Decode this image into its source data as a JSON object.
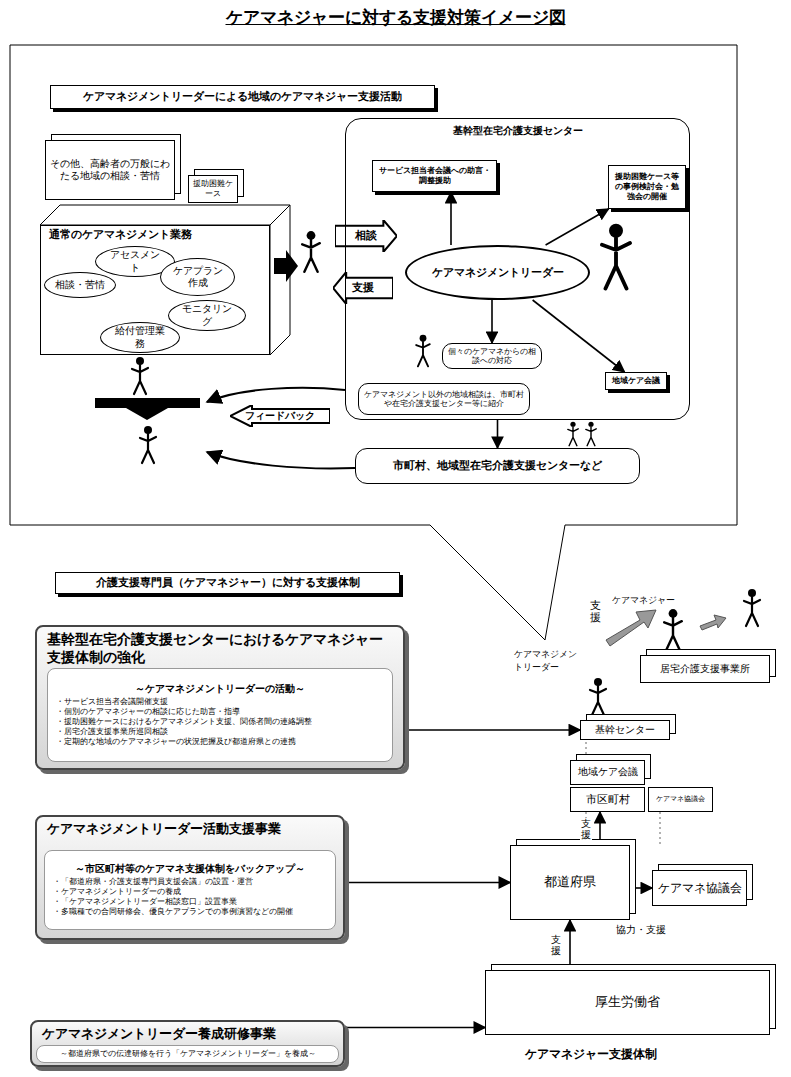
{
  "diagram": {
    "title": "ケアマネジャーに対する支援対策イメージ図",
    "caption": "ケアマネジャー支援体制",
    "nodes": [
      {
        "text": [
          "ケアマネジメントリーダーによる地域のケアマネジャー支援活動"
        ]
      },
      {
        "text": [
          "その他、高齢者の万般にわたる地域の相談・苦情"
        ]
      },
      {
        "text": [
          "援助困難ケース"
        ]
      },
      {
        "text": [
          "通常のケアマネジメント業務"
        ]
      },
      {
        "text": [
          "アセスメント"
        ],
        "in": 3
      },
      {
        "text": [
          "相談・苦情"
        ],
        "in": 3
      },
      {
        "text": [
          "ケアプラン作成"
        ],
        "in": 3
      },
      {
        "text": [
          "モニタリング"
        ],
        "in": 3
      },
      {
        "text": [
          "給付管理業務"
        ],
        "in": 3
      },
      {
        "text": [
          "相談"
        ]
      },
      {
        "text": [
          "支援"
        ]
      },
      {
        "text": [
          "基幹型在宅介護支援センター"
        ]
      },
      {
        "text": [
          "サービス担当者会議への助言・調整援助"
        ],
        "in": 11
      },
      {
        "text": [
          "援助困難ケース等の事例検討会・勉強会の開催"
        ],
        "in": 11
      },
      {
        "text": [
          "ケアマネジメントリーダー"
        ],
        "in": 11
      },
      {
        "text": [
          "個々のケアマネからの相談への対応"
        ],
        "in": 11
      },
      {
        "text": [
          "地域ケア会議"
        ],
        "in": 11
      },
      {
        "text": [
          "ケアマネジメント以外の地域相談は、市町村や在宅介護支援センター等に紹介"
        ],
        "in": 11
      },
      {
        "text": [
          "フィードバック"
        ]
      },
      {
        "text": [
          "市町村、地域型在宅介護支援センターなど"
        ]
      },
      {
        "text": [
          "介護支援専門員（ケアマネジャー）に対する支援体制"
        ]
      },
      {
        "text": [
          "基幹型在宅介護支援センターにおけるケアマネジャー支援体制の強化"
        ]
      },
      {
        "text": [
          "～ケアマネジメントリーダーの活動～",
          "・サービス担当者会議開催支援",
          "・個別のケアマネジャーの相談に応じた助言・指導",
          "・援助困難ケースにおけるケアマネジメント支援、関係者間の連絡調整",
          "・居宅介護支援事業所巡回相談",
          "・定期的な地域のケアマネジャーの状況把握及び都道府県との連携"
        ],
        "in": 21
      },
      {
        "text": [
          "ケアマネジメントリーダー活動支援事業"
        ]
      },
      {
        "text": [
          "～市区町村等のケアマネ支援体制をバックアップ～",
          "・「都道府県・介護支援専門員支援会議」の設置・運営",
          "・ケアマネジメントリーダーの養成",
          "・「ケアマネジメントリーダー相談窓口」設置事業",
          "・多職種での合同研修会、優良ケアプランでの事例演習などの開催"
        ],
        "in": 23
      },
      {
        "text": [
          "ケアマネジメントリーダー養成研修事業"
        ]
      },
      {
        "text": [
          "～都道府県での伝達研修を行う「ケアマネジメントリーダー」を養成～"
        ],
        "in": 25
      },
      {
        "text": [
          "居宅介護支援事業所"
        ]
      },
      {
        "text": [
          "基幹センター"
        ]
      },
      {
        "text": [
          "地域ケア会議"
        ]
      },
      {
        "text": [
          "市区町村"
        ]
      },
      {
        "text": [
          "ケアマネ協議会"
        ]
      },
      {
        "text": [
          "都道府県"
        ]
      },
      {
        "text": [
          "ケアマネ協議会"
        ]
      },
      {
        "text": [
          "厚生労働省"
        ]
      }
    ],
    "edges": [
      {
        "from": 14,
        "to": 12,
        "arrow": "to"
      },
      {
        "from": 14,
        "to": 13,
        "arrow": "to"
      },
      {
        "from": 14,
        "to": 15,
        "arrow": "to"
      },
      {
        "from": 14,
        "to": 16,
        "arrow": "to"
      },
      {
        "from": 11,
        "to": 19,
        "arrow": "to"
      },
      {
        "from": 21,
        "to": 28,
        "arrow": "to"
      },
      {
        "from": 23,
        "to": 32,
        "arrow": "to"
      },
      {
        "from": 25,
        "to": 34,
        "arrow": "to"
      },
      {
        "from": 34,
        "to": 32,
        "label": "支援",
        "arrow": "to"
      },
      {
        "from": 32,
        "to": 30,
        "label": "支援",
        "arrow": "to"
      },
      {
        "from": 32,
        "to": 33,
        "label": "協力・支援",
        "arrow": "to"
      }
    ],
    "labels": [
      "ケアマネジャー",
      "ケアマネジメントリーダー",
      "支援"
    ]
  }
}
